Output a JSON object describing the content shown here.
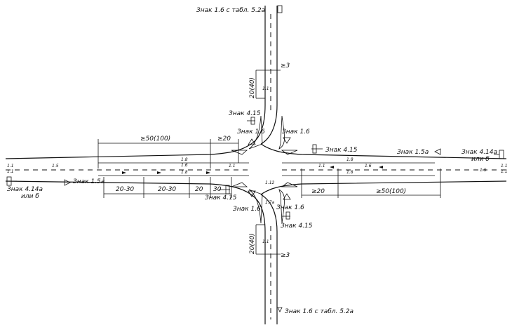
{
  "signs": {
    "top": "Знак 1.6 с табл. 5.2а",
    "bottom": "Знак 1.6 с табл. 5.2а",
    "left_sign": "Знак 4.14а",
    "left_or": "или б",
    "left_15a": "Знак 1.5а",
    "right_15a": "Знак 1.5а",
    "right_sign": "Знак 4.14а",
    "right_or": "или б",
    "nw_415": "Знак 4.15",
    "nw_16": "Знак 1.6",
    "ne_16": "Знак 1.6",
    "ne_415": "Знак 4.15",
    "sw_415": "Знак 4.15",
    "sw_16": "Знак 1.6",
    "se_16": "Знак 1.6",
    "se_415": "Знак 4.15"
  },
  "dimensions": {
    "left_long": "≥50(100)",
    "left_short": "≥20",
    "seg1": "20-30",
    "seg2": "20-30",
    "seg3": "20",
    "seg4": "30",
    "right_short": "≥20",
    "right_long": "≥50(100)",
    "top_ge3": "≥3",
    "top_len": "20(40)",
    "bottom_ge3": "≥3",
    "bottom_len": "20(40)"
  },
  "markings": {
    "m11": "1.1",
    "m15": "1.5",
    "m16": "1.6",
    "m18": "1.8",
    "m112": "1.12",
    "m170": "1.7а"
  }
}
